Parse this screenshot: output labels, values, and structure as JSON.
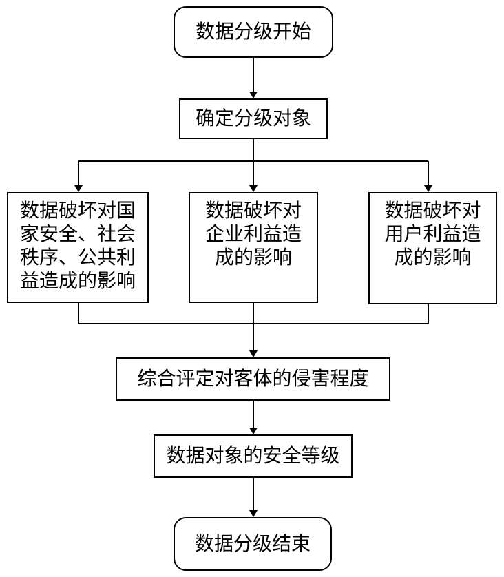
{
  "nodes": {
    "start": "数据分级开始",
    "object": "确定分级对象",
    "impact_national": "数据破坏对国\n家安全、社会\n秩序、公共利\n益造成的影响",
    "impact_enterprise": "数据破坏对\n企业利益造\n成的影响",
    "impact_user": "数据破坏对\n用户利益造\n成的影响",
    "assess": "综合评定对客体的侵害程度",
    "level": "数据对象的安全等级",
    "end": "数据分级结束"
  },
  "colors": {
    "stroke": "#000000",
    "fill": "#ffffff",
    "text": "#000000"
  }
}
